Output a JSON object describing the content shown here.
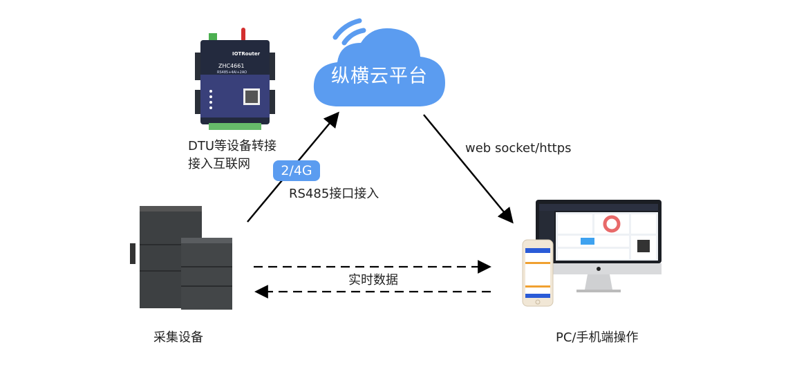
{
  "diagram": {
    "title": "IoT data flow",
    "cloud": {
      "label": "纵横云平台",
      "color": "#5b9cf0",
      "icon": "wifi-signal-icon"
    },
    "dtu": {
      "caption_lines": [
        "DTU等设备转接",
        "接入互联网"
      ],
      "brand": "IOTRouter",
      "model": "ZHC4661",
      "spec": "RS485+4AI+2AO"
    },
    "uplink": {
      "badge": "2/4G",
      "badge_color": "#5b9cf0",
      "label": "RS485接口接入"
    },
    "downlink": {
      "label": "web socket/https"
    },
    "realtime": {
      "label": "实时数据"
    },
    "collector": {
      "label": "采集设备"
    },
    "client": {
      "label": "PC/手机端操作"
    }
  }
}
